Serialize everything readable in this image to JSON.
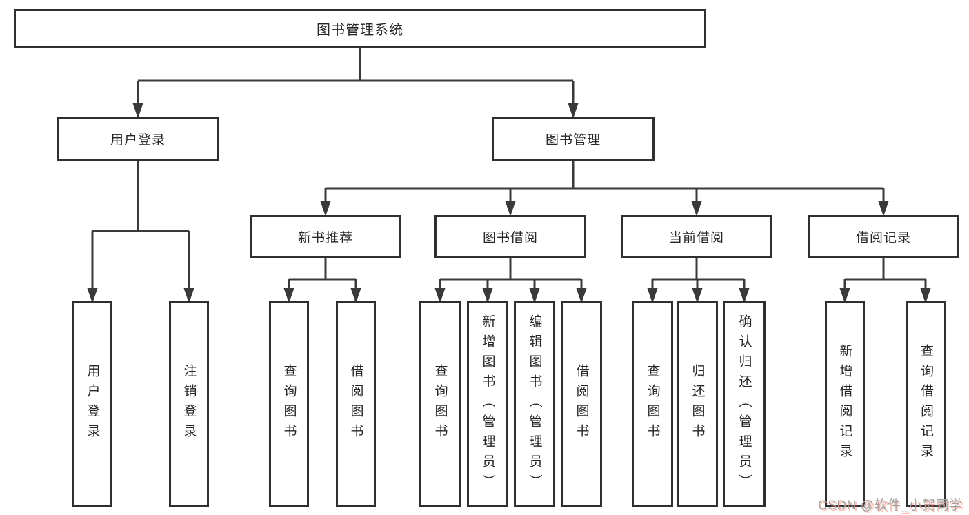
{
  "diagram": {
    "root": {
      "label": "图书管理系统"
    },
    "branches": [
      {
        "label": "用户登录",
        "children": [
          {
            "label": "用户登录"
          },
          {
            "label": "注销登录"
          }
        ]
      },
      {
        "label": "图书管理",
        "groups": [
          {
            "label": "新书推荐",
            "children": [
              {
                "label": "查询图书"
              },
              {
                "label": "借阅图书"
              }
            ]
          },
          {
            "label": "图书借阅",
            "children": [
              {
                "label": "查询图书"
              },
              {
                "label": "新增图书（管理员）"
              },
              {
                "label": "编辑图书（管理员）"
              },
              {
                "label": "借阅图书"
              }
            ]
          },
          {
            "label": "当前借阅",
            "children": [
              {
                "label": "查询图书"
              },
              {
                "label": "归还图书"
              },
              {
                "label": "确认归还（管理员）"
              }
            ]
          },
          {
            "label": "借阅记录",
            "children": [
              {
                "label": "新增借阅记录"
              },
              {
                "label": "查询借阅记录"
              }
            ]
          }
        ]
      }
    ]
  },
  "watermark": {
    "text": "CSDN @软件_小贺同学"
  },
  "colors": {
    "line": "#3a3a3a",
    "box_border": "#2f2f2f",
    "box_fill": "#ffffff",
    "text": "#262626",
    "watermark": "#a0a0a0",
    "watermark_shadow": "#fc5531"
  }
}
